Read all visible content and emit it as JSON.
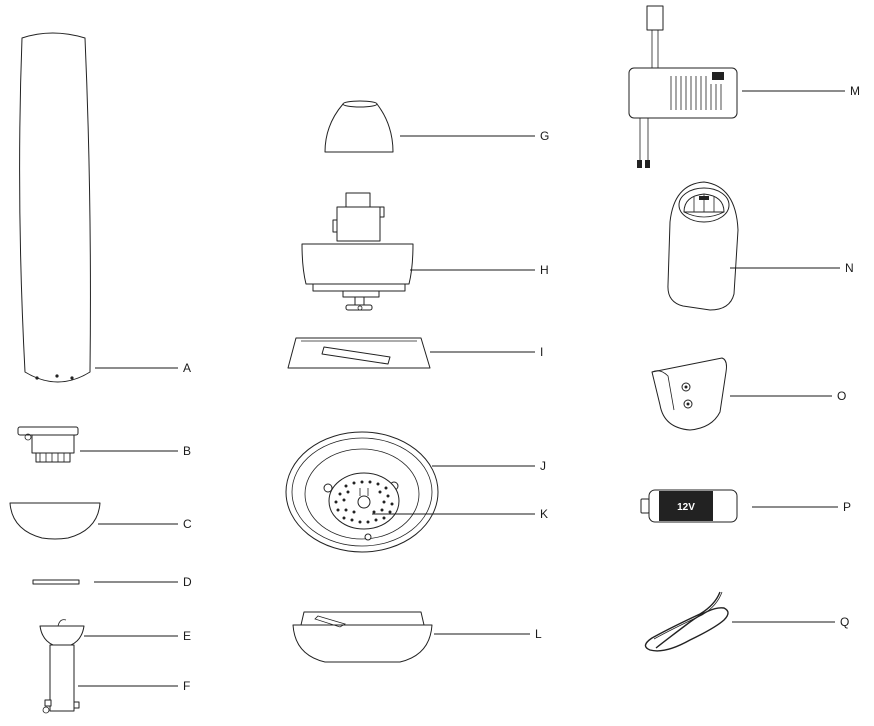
{
  "parts": [
    {
      "key": "blade",
      "letter": "A"
    },
    {
      "key": "blade-bracket",
      "letter": "B"
    },
    {
      "key": "motor-cover",
      "letter": "C"
    },
    {
      "key": "cover-ring",
      "letter": "D"
    },
    {
      "key": "downrod-ball",
      "letter": "E"
    },
    {
      "key": "downrod",
      "letter": "F"
    },
    {
      "key": "canopy",
      "letter": "G"
    },
    {
      "key": "motor",
      "letter": "H"
    },
    {
      "key": "switch-housing-cover",
      "letter": "I"
    },
    {
      "key": "light-housing",
      "letter": "J"
    },
    {
      "key": "led-board",
      "letter": "K"
    },
    {
      "key": "glass-shade",
      "letter": "L"
    },
    {
      "key": "receiver",
      "letter": "M"
    },
    {
      "key": "remote-control",
      "letter": "N"
    },
    {
      "key": "remote-holder",
      "letter": "O"
    },
    {
      "key": "battery",
      "letter": "P",
      "text": "12V"
    },
    {
      "key": "wire",
      "letter": "Q"
    }
  ]
}
